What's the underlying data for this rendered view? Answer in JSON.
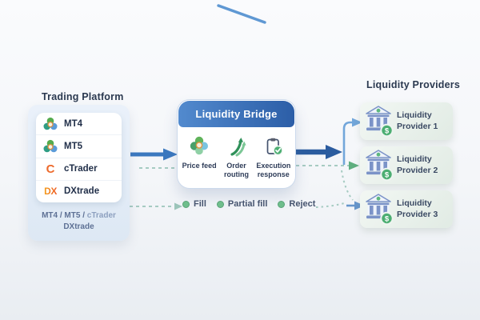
{
  "palette": {
    "accent_blue": "#2d5fa6",
    "arrow_blue": "#3b78bf",
    "dark_arrow_blue": "#2b5c9f",
    "light_blue_connector": "#72a6da",
    "teal_dashed": "#a6cbc2",
    "status_green": "#6fbe8c",
    "brand_orange": "#ed6a2c",
    "navy_text": "#2b3950",
    "panel_blue_bg": "#e4edf7",
    "provider_card_green": "#e6efe8",
    "bridge_header_start": "#528ace",
    "bridge_header_end": "#2c5ea7"
  },
  "left_panel": {
    "title": "Trading Platform",
    "platforms": [
      {
        "label": "MT4",
        "icon": "metatrader-icon"
      },
      {
        "label": "MT5",
        "icon": "metatrader-icon"
      },
      {
        "label": "cTrader",
        "icon": "ctrader-icon",
        "icon_text": "C"
      },
      {
        "label": "DXtrade",
        "icon": "dxtrade-icon",
        "icon_text": "DX"
      }
    ],
    "caption_part1": "MT4 / MT5 /",
    "caption_part2": "cTrader",
    "caption_line2": "DXtrade"
  },
  "bridge": {
    "title": "Liquidity Bridge",
    "features": [
      {
        "label": "Price feed",
        "icon": "price-feed-icon"
      },
      {
        "label": "Order routing",
        "icon": "order-routing-icon"
      },
      {
        "label": "Execution response",
        "icon": "execution-response-icon"
      }
    ]
  },
  "providers": {
    "title": "Liquidity Providers",
    "items": [
      {
        "line1": "Liquidity",
        "line2": "Provider 1"
      },
      {
        "line1": "Liquidity",
        "line2": "Provider 2"
      },
      {
        "line1": "Liquidity",
        "line2": "Provider 3"
      }
    ]
  },
  "legend": {
    "items": [
      {
        "label": "Fill",
        "color": "#6fbe8c"
      },
      {
        "label": "Partial fill",
        "color": "#6fbe8c"
      },
      {
        "label": "Reject",
        "color": "#6fbe8c"
      }
    ]
  },
  "icons": {
    "coin_symbol": "$"
  }
}
